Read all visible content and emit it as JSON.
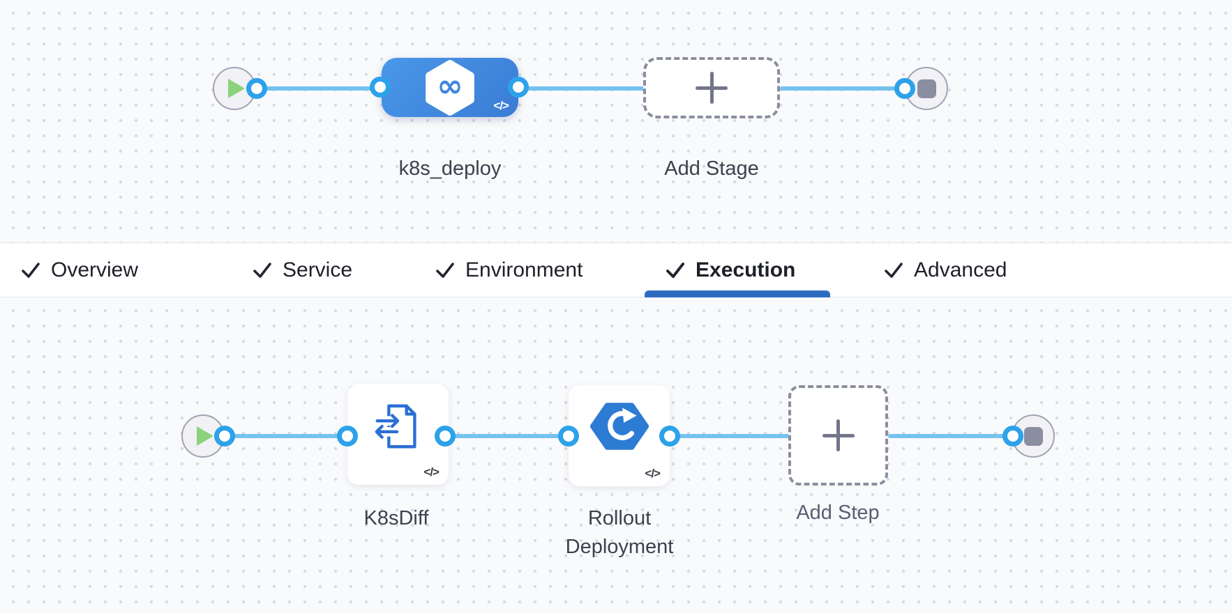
{
  "tab_bar": {
    "tabs": [
      {
        "label": "Overview",
        "checked": true,
        "active": false
      },
      {
        "label": "Service",
        "checked": true,
        "active": false
      },
      {
        "label": "Environment",
        "checked": true,
        "active": false
      },
      {
        "label": "Execution",
        "checked": true,
        "active": true
      },
      {
        "label": "Advanced",
        "checked": true,
        "active": false
      }
    ]
  },
  "stage_row": {
    "stage_label": "k8s_deploy",
    "add_stage_label": "Add Stage"
  },
  "execution_row": {
    "step_1_label": "K8sDiff",
    "step_2_label": "Rollout Deployment",
    "add_step_label": "Add Step"
  },
  "icons": {
    "code_badge": "</>",
    "harness_logo": "∞",
    "play": "play-triangle",
    "stop": "stop-square",
    "check": "checkmark",
    "plus": "plus"
  },
  "colors": {
    "stage_node_blue": "#4190e0",
    "connector_blue": "#74c3ed",
    "port_blue": "#2da2ea",
    "active_tab_underline": "#2e6cc2",
    "play_green": "#8bd27d",
    "stop_gray": "#8b8ea1",
    "step_icon_blue": "#2b6fd4"
  }
}
